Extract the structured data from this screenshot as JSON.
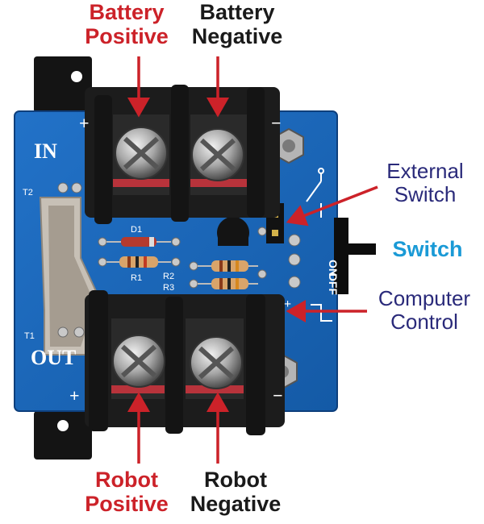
{
  "labels": {
    "battery_positive": [
      "Battery",
      "Positive"
    ],
    "battery_negative": [
      "Battery",
      "Negative"
    ],
    "robot_positive": [
      "Robot",
      "Positive"
    ],
    "robot_negative": [
      "Robot",
      "Negative"
    ],
    "external_switch": [
      "External",
      "Switch"
    ],
    "switch": "Switch",
    "computer_control": [
      "Computer",
      "Control"
    ]
  },
  "board_markings": {
    "in": "IN",
    "out": "OUT",
    "plus": "+",
    "minus": "−",
    "t1": "T1",
    "t2": "T2",
    "d1": "D1",
    "r1": "R1",
    "r2": "R2",
    "r3": "R3",
    "on": "ON",
    "off": "OFF"
  },
  "colors": {
    "pcb": "#1a66b8",
    "terminal": "#1c1c1c",
    "arrow_red": "#cc2229",
    "label_blue": "#1a9ad6",
    "label_navy": "#2a2a7a"
  }
}
